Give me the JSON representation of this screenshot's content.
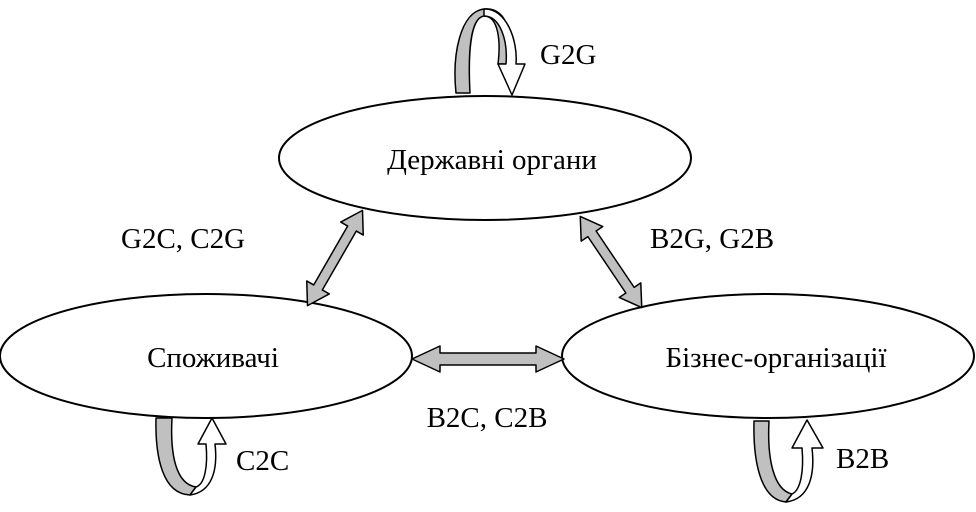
{
  "diagram": {
    "nodes": {
      "government": "Державні органи",
      "consumers": "Споживачі",
      "business": "Бізнес-організації"
    },
    "edges": {
      "g2g": "G2G",
      "g2c_c2g": "G2C, C2G",
      "b2g_g2b": "B2G, G2B",
      "b2c_c2b": "B2C, C2B",
      "c2c": "C2C",
      "b2b": "B2B"
    },
    "colors": {
      "arrow_fill": "#c0c0c0",
      "stroke": "#000000",
      "background": "#ffffff"
    }
  }
}
